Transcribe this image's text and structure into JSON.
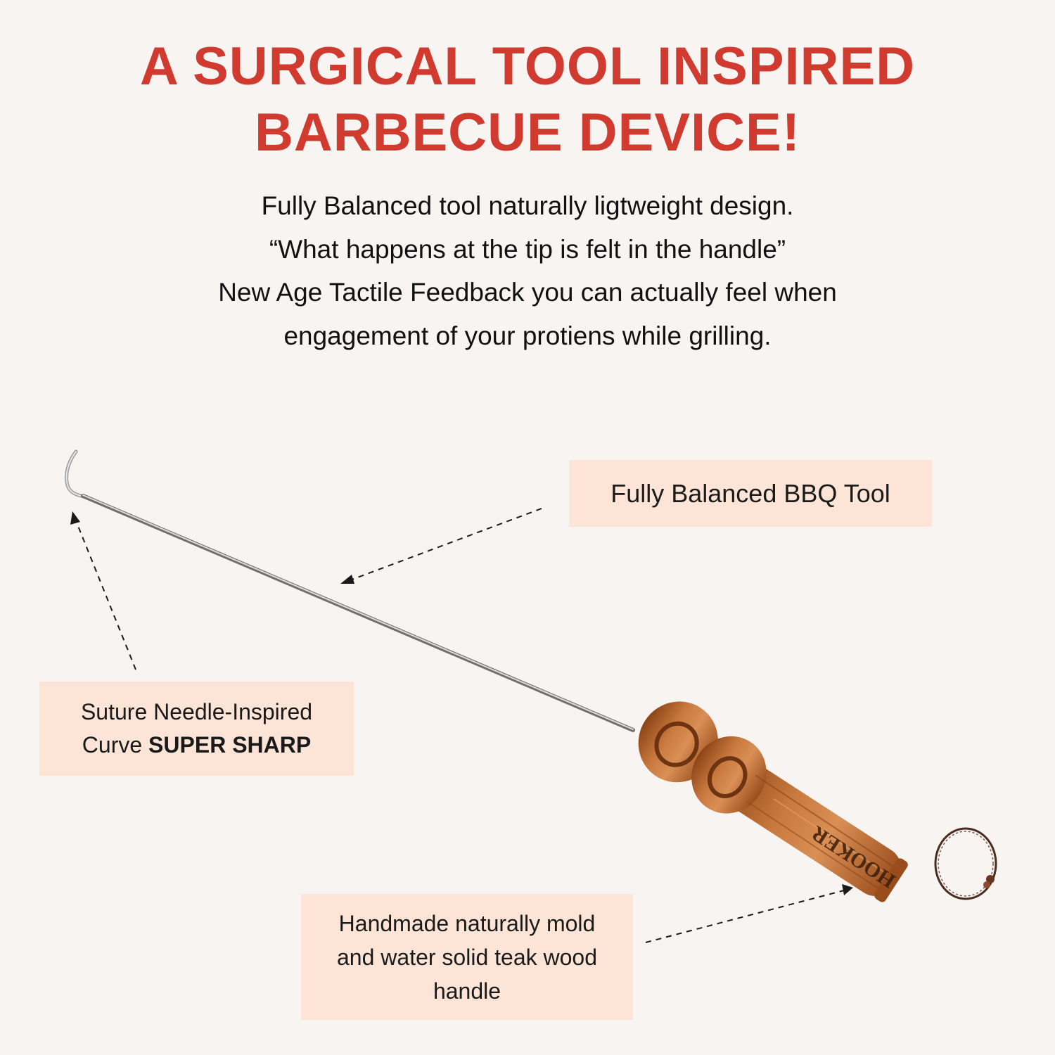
{
  "headline": {
    "line1": "A SURGICAL TOOL INSPIRED",
    "line2": "BARBECUE DEVICE!"
  },
  "description": {
    "line1": "Fully Balanced tool naturally ligtweight design.",
    "line2": "“What happens at the tip is felt in the handle”",
    "line3": "New Age Tactile Feedback you can actually feel when",
    "line4": "engagement of your protiens while grilling."
  },
  "callouts": {
    "balanced": "Fully Balanced BBQ Tool",
    "needle_line1": "Suture Needle-Inspired",
    "needle_line2_prefix": "Curve ",
    "needle_line2_strong": "SUPER SHARP",
    "handle_line1": "Handmade naturally mold",
    "handle_line2": "and water solid teak wood",
    "handle_line3": "handle"
  },
  "product": {
    "handle_engraving": "HOOKER",
    "colors": {
      "headline": "#d03a2f",
      "callout_bg": "#fce5d6",
      "background": "#f8f4f2",
      "wood": "#b8652e"
    }
  }
}
